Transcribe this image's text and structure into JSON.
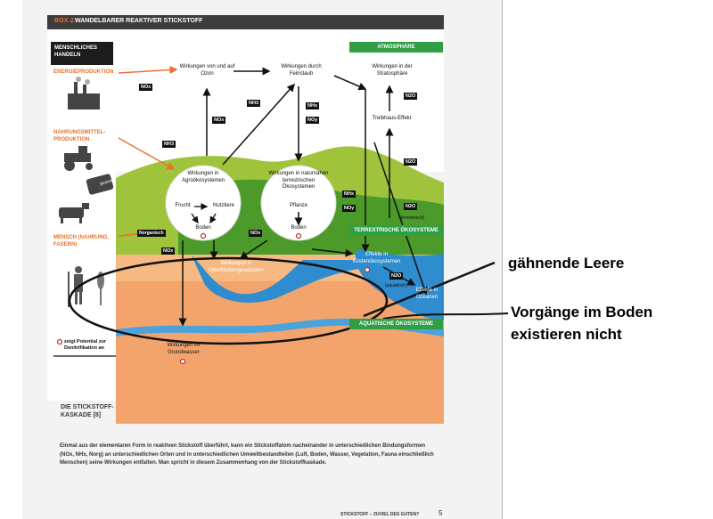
{
  "header": {
    "box_label": "BOX 2:",
    "title": "WANDELBARER REAKTIVER STICKSTOFF"
  },
  "sidebar": {
    "heading": "MENSCHLICHES HANDELN",
    "energy": "ENERGIEPRODUKTION",
    "food": "NAHRUNGSMITTEL- PRODUKTION",
    "human": "MENSCH (NAHRUNG, FASERN)",
    "legend": "zeigt Potential zur Denitrifikation an",
    "kaskade_title": "DIE STICKSTOFF- KASKADE",
    "kaskade_ref": "[8]"
  },
  "labels": {
    "atmosphaere": "ATMOSPHÄRE",
    "terrestrisch": "TERRESTRISCHE ÖKOSYSTEME",
    "aquatisch": "AQUATISCHE ÖKOSYSTEME",
    "ozon": "Wirkungen von und auf Ozon",
    "feinstaub": "Wirkungen durch Feinstaub",
    "stratosphaere": "Wirkungen in der Stratosphäre",
    "treibhaus": "Treibhaus-Effekt",
    "agro": "Wirkungen in Agroökosystemen",
    "frucht": "Frucht",
    "nutztiere": "Nutztiere",
    "boden1": "Boden",
    "naturnah": "Wirkungen in naturnahen terrestrischen Ökosystemen",
    "pflanze": "Pflanze",
    "boden2": "Boden",
    "oberflaeche": "Wirkungen in Oberflächengewässern",
    "kueste": "Effekte in Küstenökosystemen",
    "ozeane": "Effekte in Ozeanen",
    "grundwasser": "Wirkungen im Grundwasser",
    "terrestrisch_small": "(terrestrisch)",
    "aquatisch_small": "(aquatisch)",
    "norganisch": "Norganisch",
    "guano": "guano"
  },
  "chips": {
    "nox": "NOx",
    "nh3": "NH3",
    "noy": "NOy",
    "nhx": "NHx",
    "n2o": "N2O"
  },
  "caption": "Einmal aus der elementaren Form in reaktiven Stickstoff überführt, kann ein Stickstoffatom nacheinander in unterschiedlichen Bindungsformen (NOx, NHx, Norg) an unterschiedlichen Orten und in unterschiedlichen Umweltbestandteilen (Luft, Boden, Wasser, Vegetation, Fauna einschließlich Menschen) seine Wirkungen entfalten. Man spricht in diesem Zusammenhang von der Stickstoffkaskade.",
  "footer": {
    "text": "STICKSTOFF – ZUVIEL DES GUTEN?",
    "page": "5"
  },
  "annotations": {
    "leere": "gähnende Leere",
    "vorgaenge_1": "Vorgänge im Boden",
    "vorgaenge_2": "existieren nicht"
  },
  "colors": {
    "accent_orange": "#e8722c",
    "green_label": "#2f9e44",
    "soil": "#f2a46c",
    "water": "#2e8ccf"
  }
}
